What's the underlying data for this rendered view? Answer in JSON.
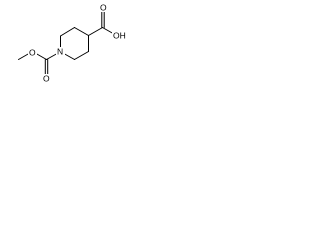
{
  "molecule": {
    "labels": {
      "ring_nitrogen": "N",
      "carbamate_carbonyl_oxygen": "O",
      "carbamate_ester_oxygen": "O",
      "acid_carbonyl_oxygen": "O",
      "acid_hydroxyl": "OH"
    }
  }
}
